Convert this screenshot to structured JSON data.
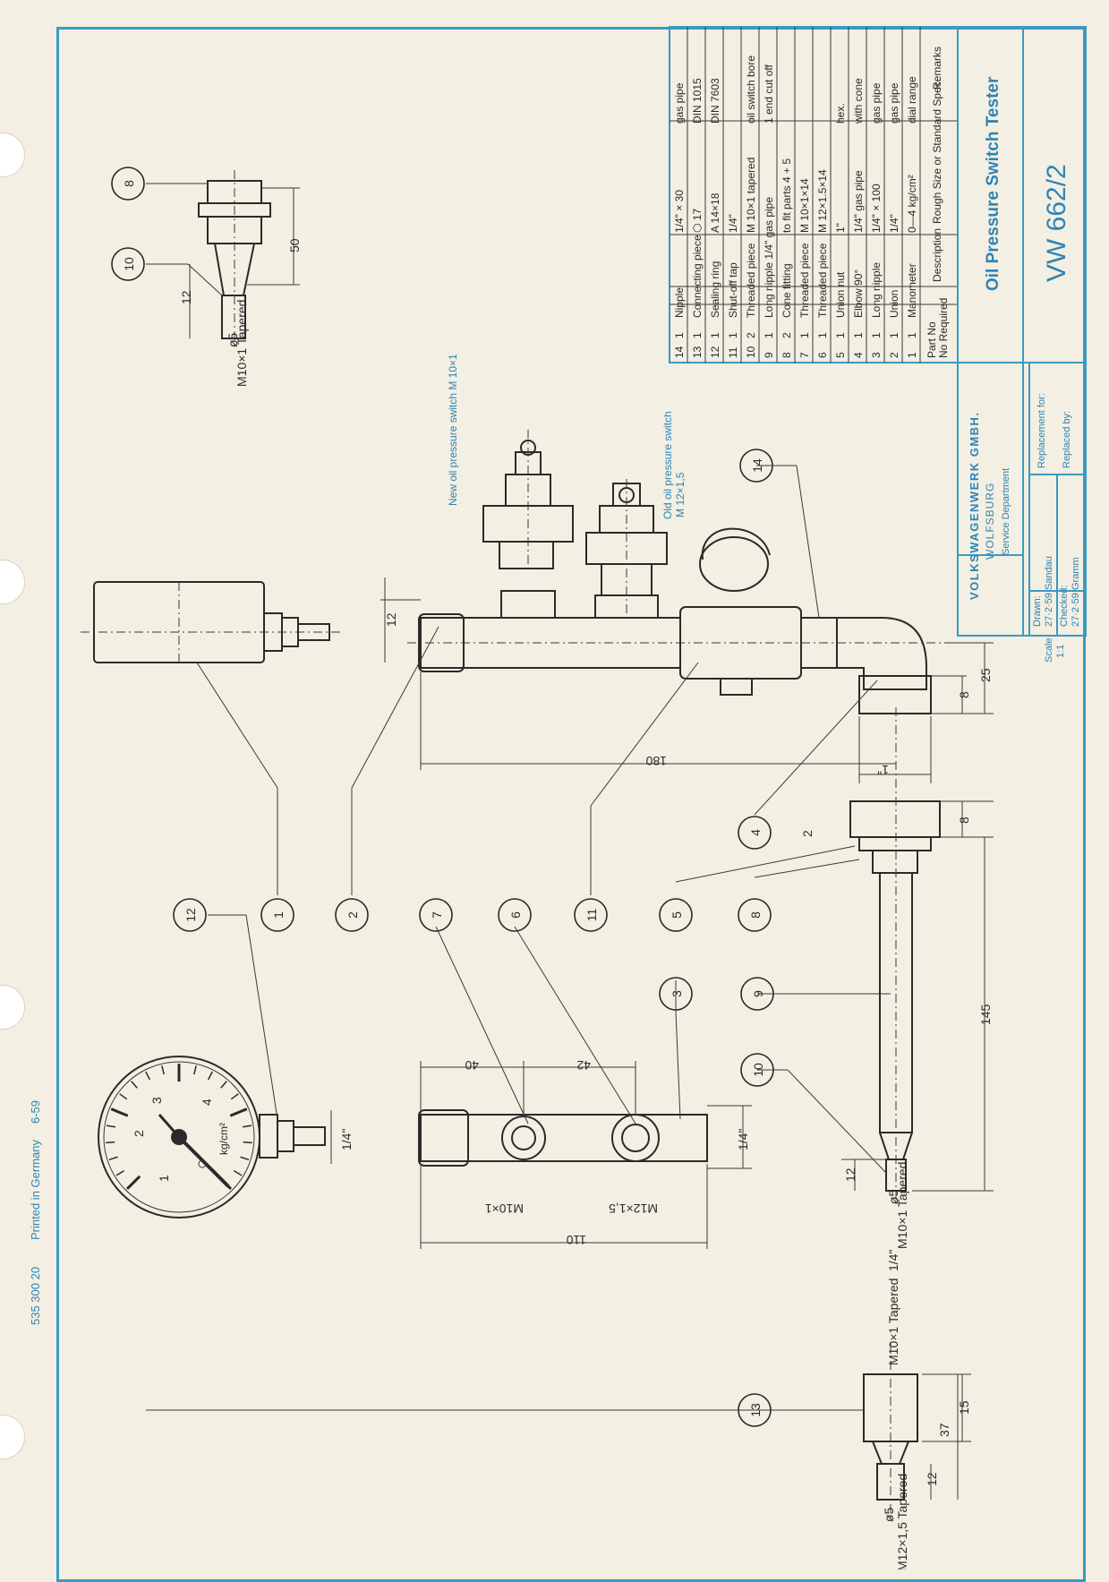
{
  "document": {
    "doc_number": "535 300 20",
    "printed": "Printed in Germany",
    "print_date": "6-59"
  },
  "title_block": {
    "company": "VOLKSWAGENWERK GMBH.",
    "city": "WOLFSBURG",
    "department": "Service Department",
    "title": "Oil Pressure Switch Tester",
    "number": "VW 662/2",
    "scale_label": "Scale",
    "scale_value": "1:1",
    "drawn_label": "Drawn:",
    "drawn_value": "27·2·59 Sandau",
    "checked_label": "Checked:",
    "checked_value": "27·2·59 Gramm",
    "replacement_label": "Replacement for:",
    "replaced_label": "Replaced by:"
  },
  "parts_list": {
    "headers": {
      "part_no": "Part No",
      "no_required": "No Required",
      "description": "Description",
      "size_spec": "Rough Size or Standard Spec.",
      "remarks": "Remarks"
    },
    "rows": [
      {
        "part": "14",
        "qty": "1",
        "desc": "Nipple",
        "size": "1/4\" × 30",
        "remarks": "gas pipe"
      },
      {
        "part": "13",
        "qty": "1",
        "desc": "Connecting piece",
        "size": "⬡ 17",
        "remarks": "DIN 1015"
      },
      {
        "part": "12",
        "qty": "1",
        "desc": "Sealing ring",
        "size": "A 14×18",
        "remarks": "DIN 7603"
      },
      {
        "part": "11",
        "qty": "1",
        "desc": "Shut-off tap",
        "size": "1/4\"",
        "remarks": ""
      },
      {
        "part": "10",
        "qty": "2",
        "desc": "Threaded piece",
        "size": "M 10×1 tapered",
        "remarks": "oil switch bore"
      },
      {
        "part": "9",
        "qty": "1",
        "desc": "Long nipple 1/4\" gas pipe",
        "size": "",
        "remarks": "1 end cut off"
      },
      {
        "part": "8",
        "qty": "2",
        "desc": "Cone fitting",
        "size": "to fit parts 4 + 5",
        "remarks": ""
      },
      {
        "part": "7",
        "qty": "1",
        "desc": "Threaded piece",
        "size": "M 10×1×14",
        "remarks": ""
      },
      {
        "part": "6",
        "qty": "1",
        "desc": "Threaded piece",
        "size": "M 12×1.5×14",
        "remarks": ""
      },
      {
        "part": "5",
        "qty": "1",
        "desc": "Union nut",
        "size": "1\"",
        "remarks": "hex."
      },
      {
        "part": "4",
        "qty": "1",
        "desc": "Elbow 90°",
        "size": "1/4\" gas pipe",
        "remarks": "with cone"
      },
      {
        "part": "3",
        "qty": "1",
        "desc": "Long nipple",
        "size": "1/4\" × 100",
        "remarks": "gas pipe"
      },
      {
        "part": "2",
        "qty": "1",
        "desc": "Union",
        "size": "1/4\"",
        "remarks": "gas pipe"
      },
      {
        "part": "1",
        "qty": "1",
        "desc": "Manometer",
        "size": "0—4 kg/cm²",
        "remarks": "dial range"
      }
    ]
  },
  "notes": {
    "new_switch": "New oil pressure switch M 10×1",
    "old_switch_1": "Old oil pressure switch",
    "old_switch_2": "M 12×1,5",
    "gauge_unit": "kg/cm²",
    "gauge_ticks": [
      "1",
      "2",
      "3",
      "4"
    ]
  },
  "dimensions": {
    "d180": "180",
    "d145": "145",
    "d110": "110",
    "d50": "50",
    "d42": "42",
    "d40": "40",
    "d37": "37",
    "d25": "25",
    "d15": "15",
    "d12": "12",
    "d8": "8",
    "d2": "2",
    "d1in": "1\"",
    "d14in": "1/4\"",
    "phi5": "ø5",
    "m10": "M10×1",
    "m12": "M12×1,5",
    "m10_tapered": "M10×1 Tapered",
    "m12_tapered": "M12×1,5 Tapered"
  },
  "callouts": [
    "1",
    "2",
    "3",
    "4",
    "5",
    "6",
    "7",
    "8",
    "9",
    "10",
    "11",
    "12",
    "13",
    "14"
  ]
}
